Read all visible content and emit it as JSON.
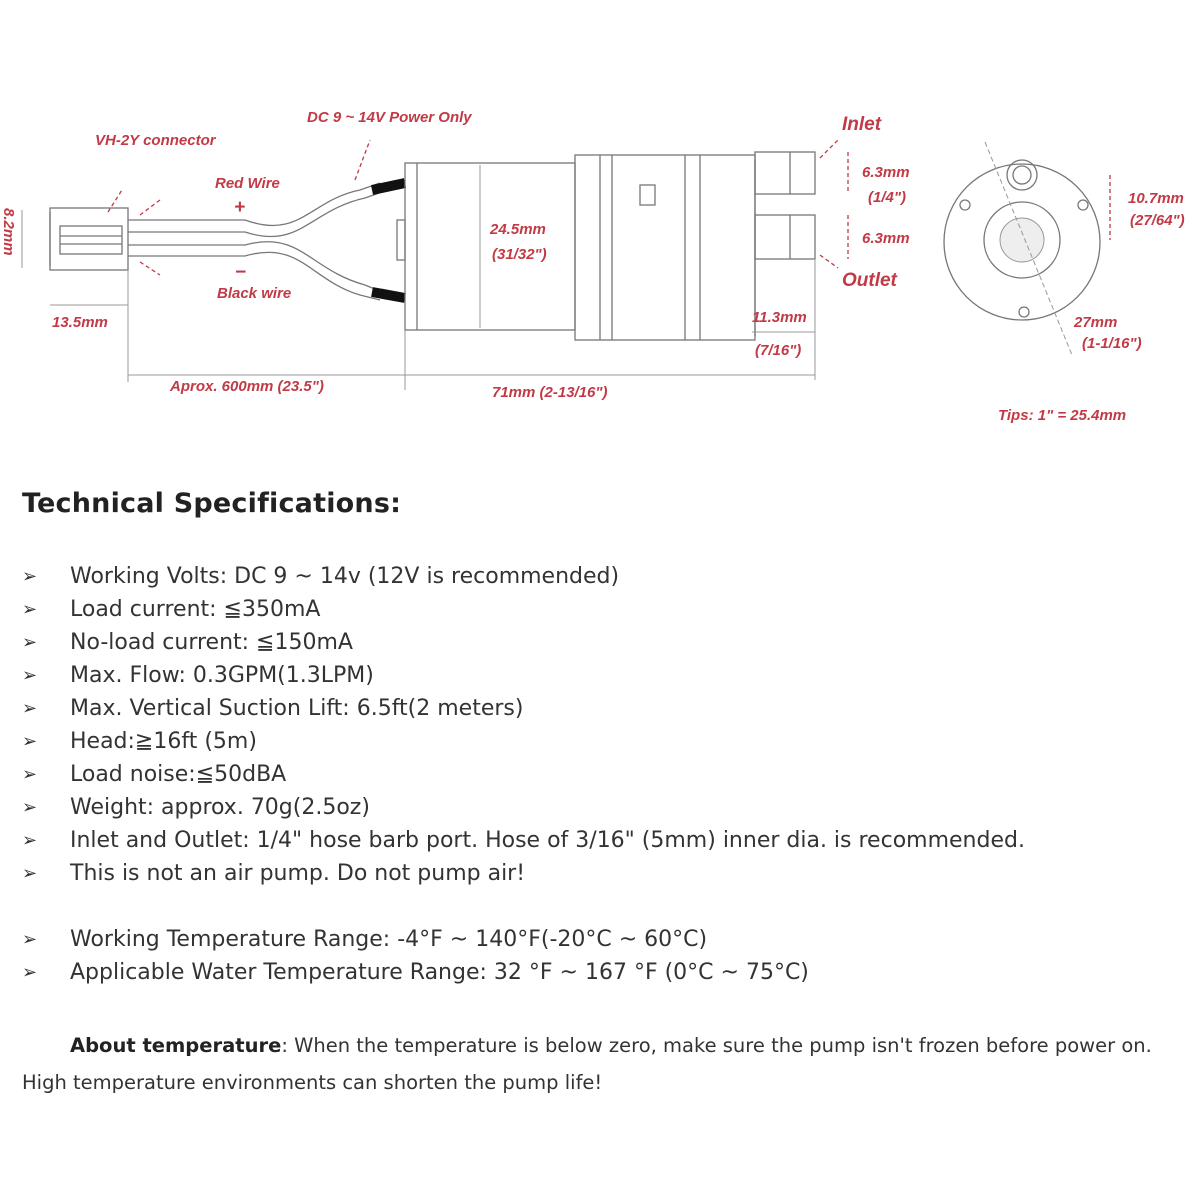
{
  "diagram": {
    "connector": "VH-2Y connector",
    "power": "DC 9 ~ 14V Power Only",
    "red_wire": "Red Wire",
    "black_wire": "Black wire",
    "plus": "+",
    "minus": "−",
    "height_8_2": "8.2mm",
    "width_13_5": "13.5mm",
    "cable_length": "Aprox. 600mm (23.5\")",
    "body_dia_mm": "24.5mm",
    "body_dia_in": "(31/32\")",
    "total_length": "71mm (2-13/16\")",
    "inlet": "Inlet",
    "outlet": "Outlet",
    "inlet_mm": "6.3mm",
    "inlet_in": "(1/4\")",
    "outlet_mm": "6.3mm",
    "port_len_mm": "11.3mm",
    "port_len_in": "(7/16\")",
    "spacing_mm": "10.7mm",
    "spacing_in": "(27/64\")",
    "flange_mm": "27mm",
    "flange_in": "(1-1/16\")",
    "tips": "Tips: 1\" = 25.4mm"
  },
  "title": "Technical Specifications:",
  "bullet_icon": "arrow-bullet-icon",
  "specs": [
    "Working Volts: DC 9 ~ 14v (12V is recommended)",
    "Load current:  ≦350mA",
    "No-load current:  ≦150mA",
    "Max. Flow: 0.3GPM(1.3LPM)",
    "Max. Vertical Suction Lift: 6.5ft(2 meters)",
    "Head:≧16ft (5m)",
    "Load noise:≦50dBA",
    "Weight: approx. 70g(2.5oz)",
    "Inlet and Outlet: 1/4\" hose barb port. Hose of 3/16\" (5mm) inner dia. is recommended.",
    "This is not an air pump. Do not pump air!"
  ],
  "temps": [
    "Working Temperature Range: -4°F ~ 140°F(-20°C ~ 60°C)",
    "Applicable Water Temperature Range: 32 °F ~ 167 °F (0°C ~ 75°C)"
  ],
  "note": {
    "label": "About temperature",
    "text": ": When the temperature is below zero, make sure the pump isn't frozen before power on. High temperature environments can shorten the pump life!"
  }
}
